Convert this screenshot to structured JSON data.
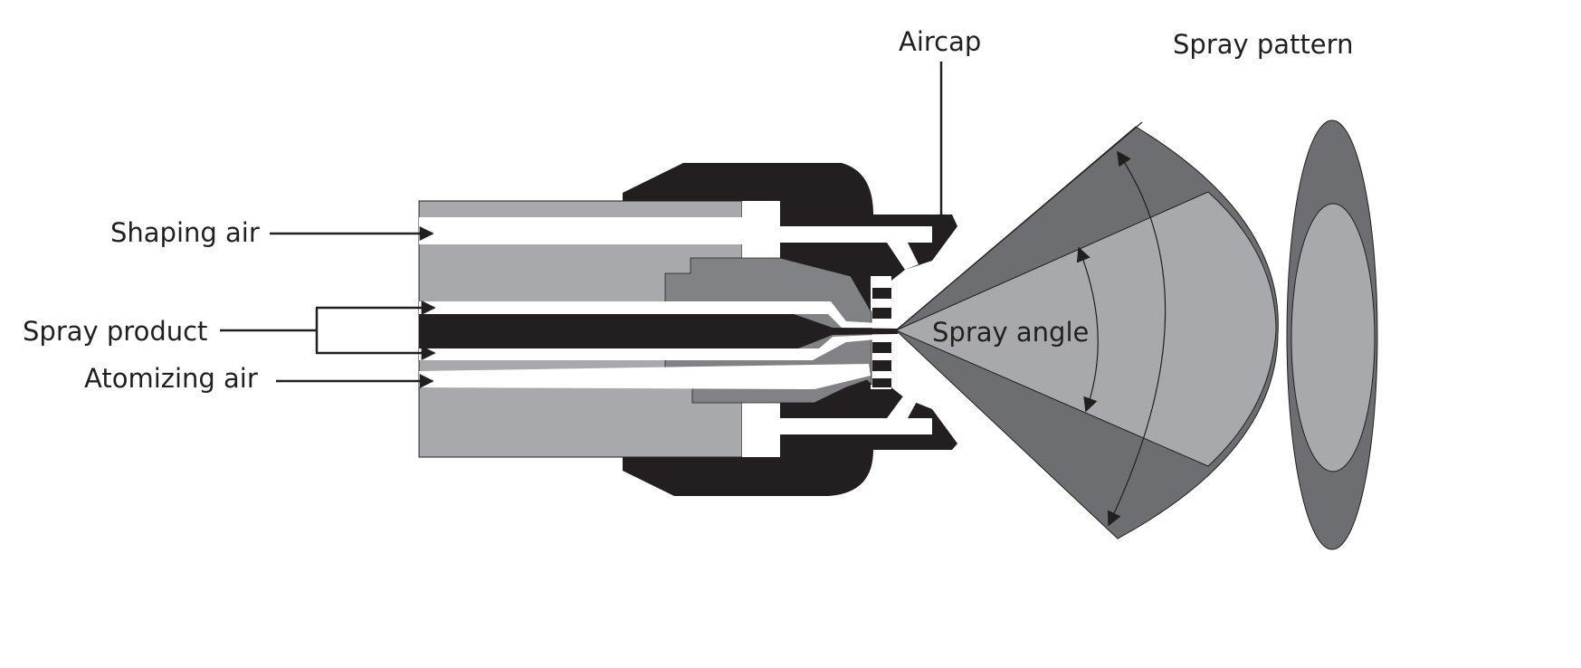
{
  "title": "Spray gun nozzle cross-section",
  "labels": {
    "aircap": "Aircap",
    "spray_pattern": "Spray pattern",
    "shaping_air": "Shaping air",
    "spray_product": "Spray product",
    "atomizing_air": "Atomizing air",
    "spray_angle": "Spray angle"
  },
  "colors": {
    "black": "#231f20",
    "light_gray": "#a7a9ac",
    "mid_gray": "#808285",
    "dark_gray": "#6d6e71"
  }
}
